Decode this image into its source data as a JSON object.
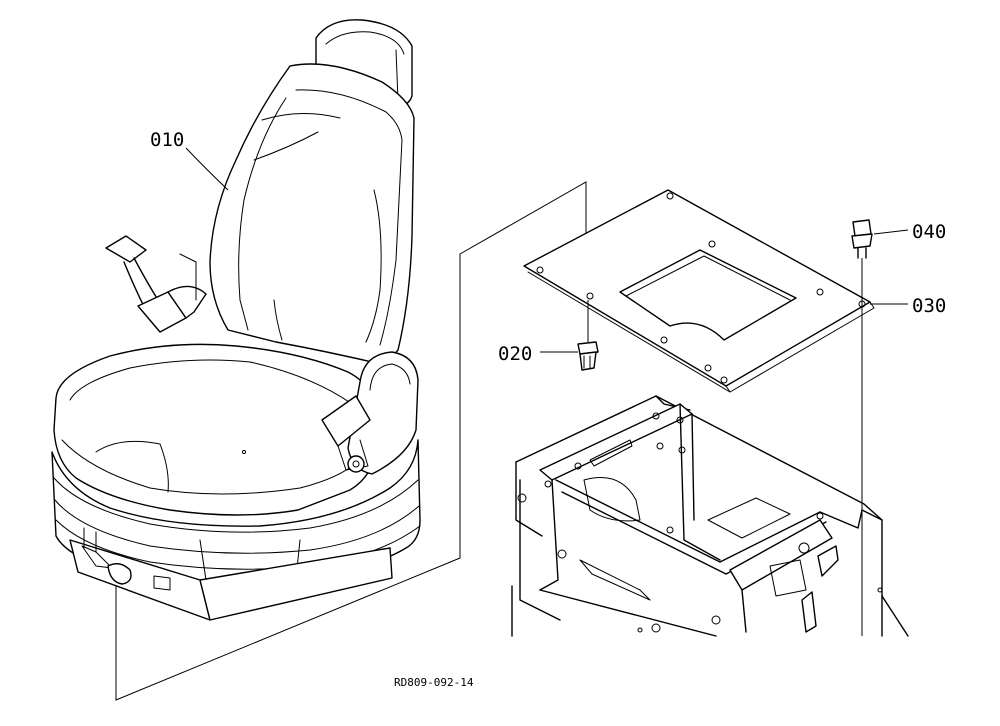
{
  "callouts": {
    "p010": "010",
    "p020": "020",
    "p030": "030",
    "p040": "040"
  },
  "reference_code": "RD809-092-14"
}
